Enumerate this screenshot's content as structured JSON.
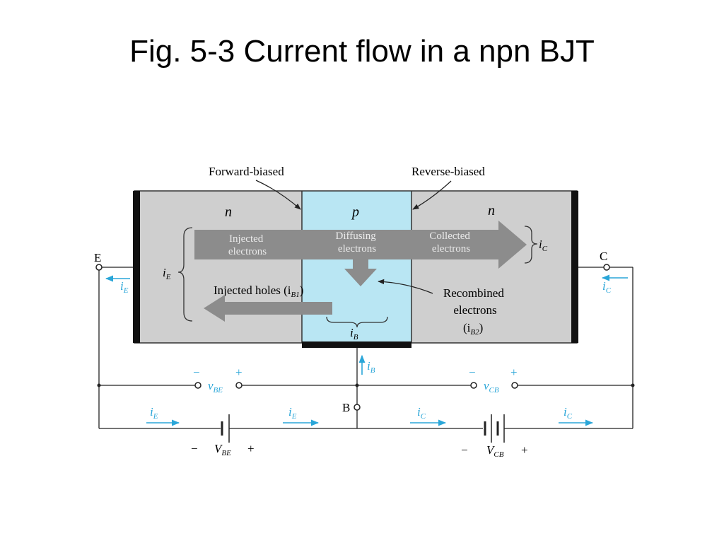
{
  "slide": {
    "title": "Fig. 5-3 Current flow in a npn BJT"
  },
  "diagram": {
    "junction_labels": {
      "forward": "Forward-biased",
      "reverse": "Reverse-biased"
    },
    "regions": {
      "emitter": "n",
      "base": "p",
      "collector": "n"
    },
    "flow_labels": {
      "injected_electrons": [
        "Injected",
        "electrons"
      ],
      "diffusing_electrons": [
        "Diffusing",
        "electrons"
      ],
      "collected_electrons": [
        "Collected",
        "electrons"
      ],
      "injected_holes": "Injected holes (i",
      "injected_holes_sub": "B1",
      "recombined": [
        "Recombined",
        "electrons"
      ],
      "recombined_current": "(i",
      "recombined_current_sub": "B2"
    },
    "terminals": {
      "emitter": "E",
      "collector": "C",
      "base": "B"
    },
    "currents": {
      "i": "i",
      "E": "E",
      "C": "C",
      "B": "B"
    },
    "voltages": {
      "vbe_v": "v",
      "vbe_sub": "BE",
      "vcb_v": "v",
      "vcb_sub": "CB",
      "VBE_V": "V",
      "VBE_sub": "BE",
      "VCB_V": "V",
      "VCB_sub": "CB",
      "minus": "−",
      "plus": "+"
    },
    "colors": {
      "emitter_fill": "#cfcfcf",
      "base_fill": "#b9e6f3",
      "arrow_fill": "#8c8c8c",
      "current_blue": "#2aa6d8",
      "line": "#222222"
    }
  }
}
